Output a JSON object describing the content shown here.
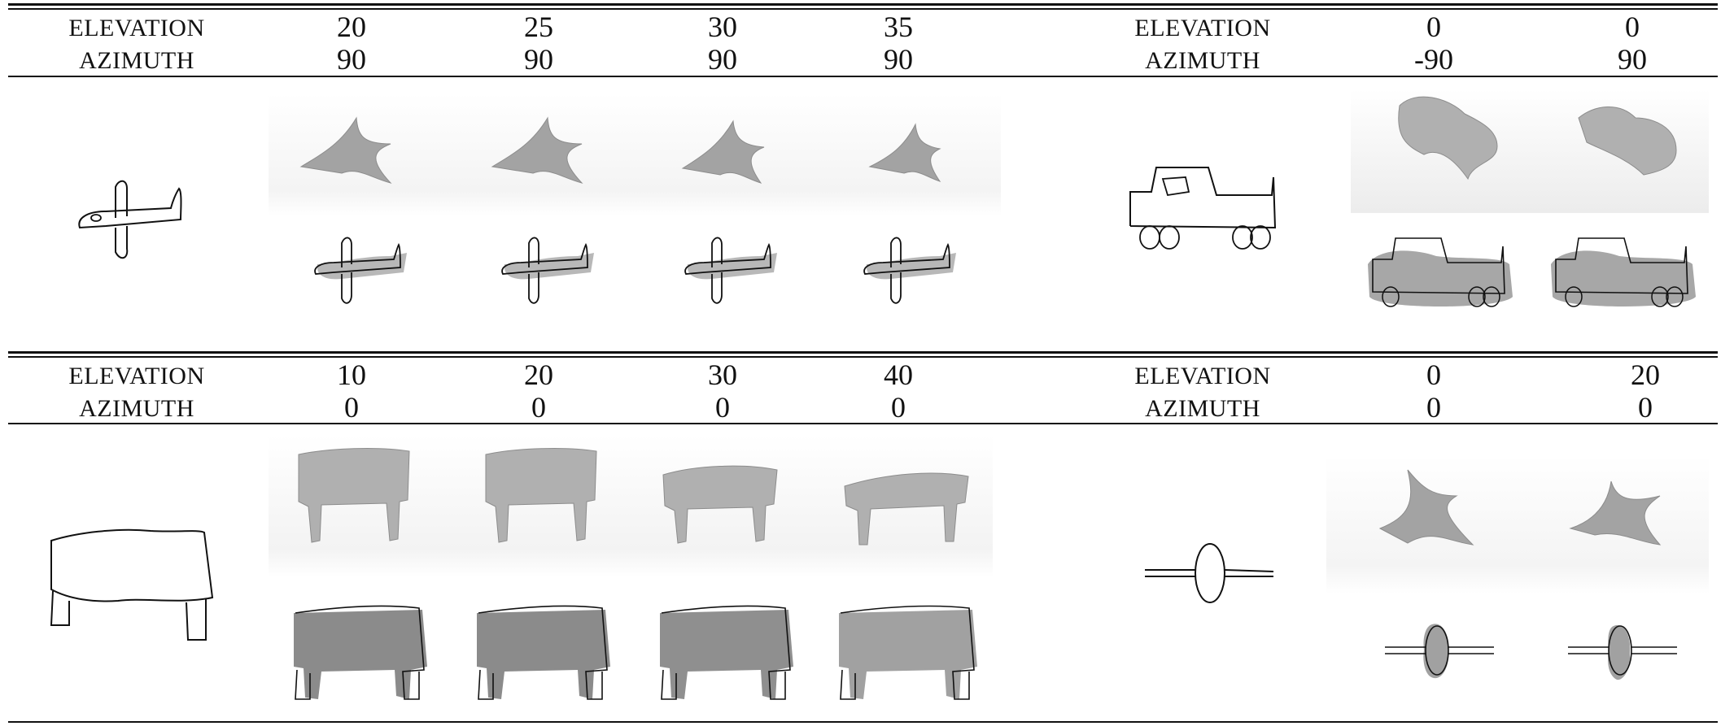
{
  "panels": [
    {
      "row_labels": [
        "ELEVATION",
        "AZIMUTH"
      ],
      "elevation": [
        "20",
        "25",
        "30",
        "35"
      ],
      "azimuth": [
        "90",
        "90",
        "90",
        "90"
      ]
    },
    {
      "row_labels": [
        "ELEVATION",
        "AZIMUTH"
      ],
      "elevation": [
        "0",
        "0"
      ],
      "azimuth": [
        "-90",
        "90"
      ]
    },
    {
      "row_labels": [
        "ELEVATION",
        "AZIMUTH"
      ],
      "elevation": [
        "10",
        "20",
        "30",
        "40"
      ],
      "azimuth": [
        "0",
        "0",
        "0",
        "0"
      ]
    },
    {
      "row_labels": [
        "ELEVATION",
        "AZIMUTH"
      ],
      "elevation": [
        "0",
        "20"
      ],
      "azimuth": [
        "0",
        "0"
      ]
    }
  ],
  "colors": {
    "rule": "#111111",
    "render": "#9a9a9a",
    "overlay": "#6e6e6e"
  }
}
